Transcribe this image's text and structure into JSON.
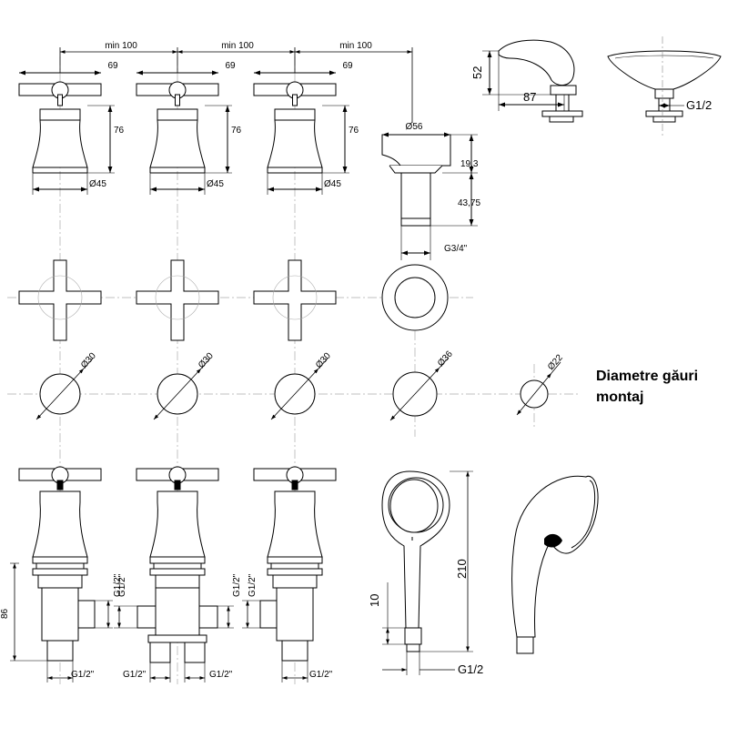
{
  "labels": {
    "min100": "min 100",
    "w69": "69",
    "h76": "76",
    "d45": "Ø45",
    "d56": "Ø56",
    "h19_3": "19,3",
    "h43_75": "43,75",
    "g34": "G3/4\"",
    "h52": "52",
    "w87": "87",
    "g12": "G1/2",
    "d30": "Ø30",
    "d36": "Ø36",
    "d22": "Ø22",
    "h86": "86",
    "g12q": "G1/2\"",
    "h10": "10",
    "h210": "210"
  },
  "caption": {
    "line1": "Diametre găuri",
    "line2": "montaj"
  }
}
